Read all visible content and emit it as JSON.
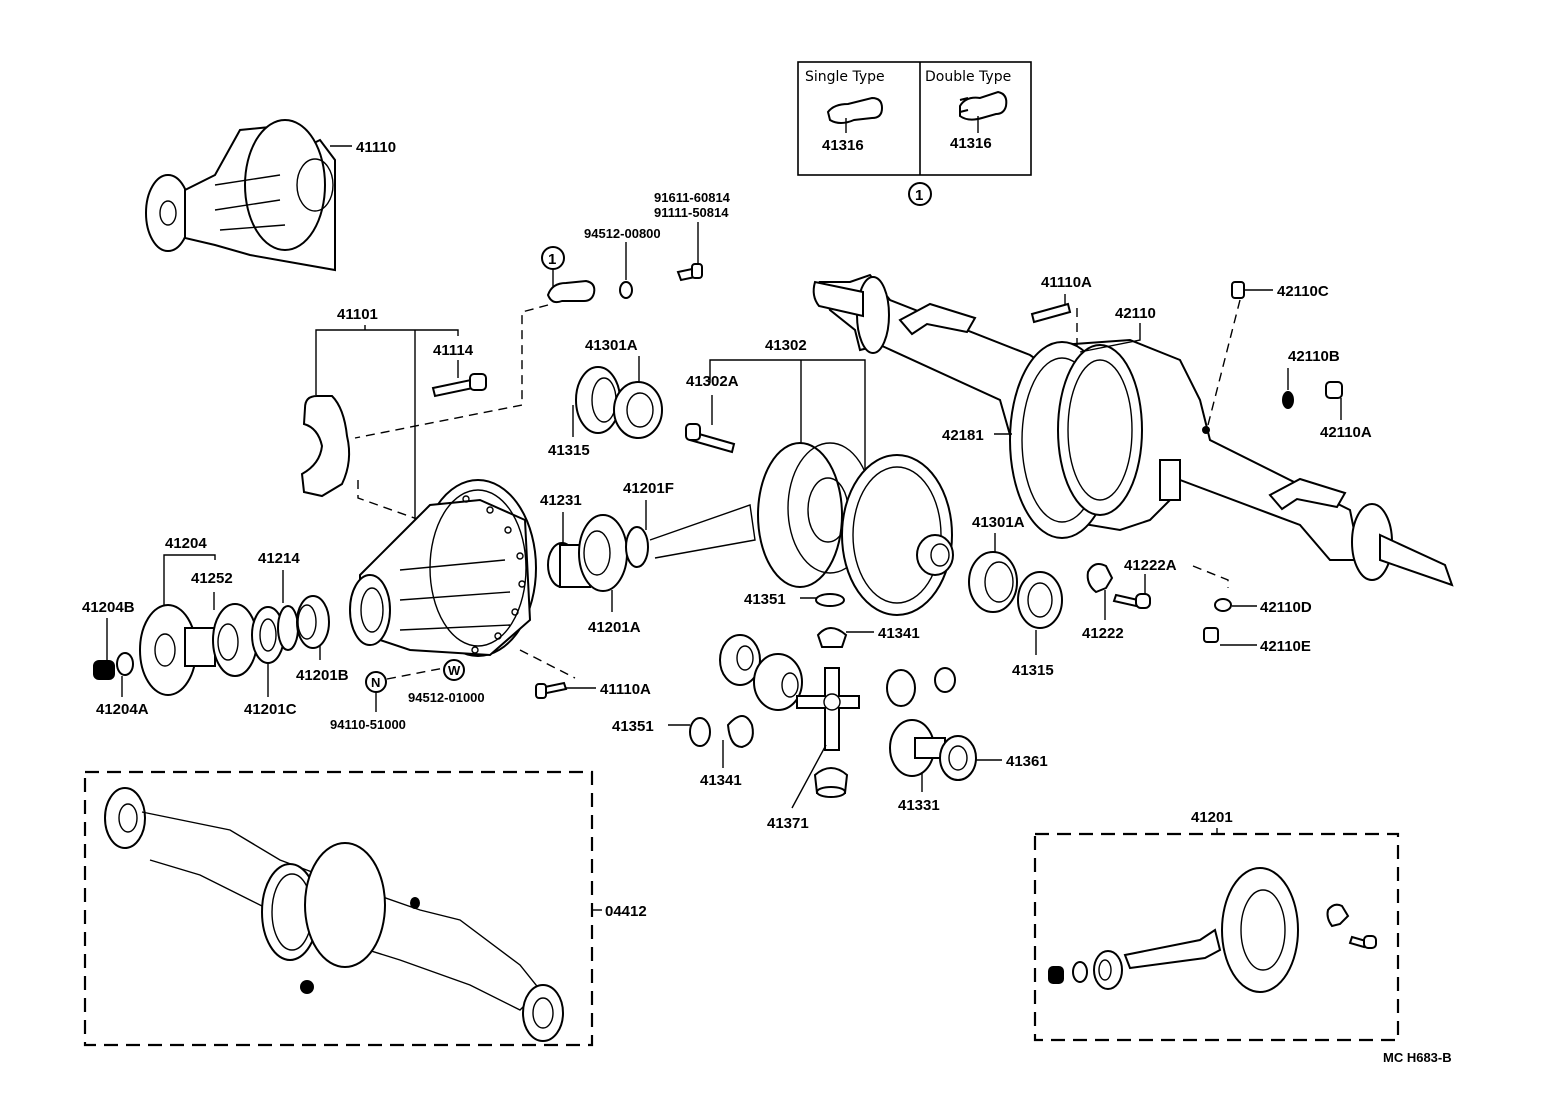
{
  "diagram": {
    "title_code": "MC  H683-B",
    "inset_box": {
      "single_type_label": "Single Type",
      "double_type_label": "Double Type",
      "single_part": "41316",
      "double_part": "41316",
      "callout": "1"
    },
    "callout_ref": "1",
    "circled_symbols": {
      "n": "N",
      "w": "W"
    },
    "labels": {
      "p41110": "41110",
      "p91611": "91611-60814",
      "p91111": "91111-50814",
      "p94512_00800": "94512-00800",
      "p41101": "41101",
      "p41114": "41114",
      "p41301A_top": "41301A",
      "p41315_top": "41315",
      "p41302": "41302",
      "p41302A": "41302A",
      "p41231": "41231",
      "p41201F": "41201F",
      "p41201A": "41201A",
      "p41204": "41204",
      "p41252": "41252",
      "p41214": "41214",
      "p41204B": "41204B",
      "p41204A": "41204A",
      "p41201C": "41201C",
      "p41201B": "41201B",
      "p94110": "94110-51000",
      "p94512_01000": "94512-01000",
      "p41110A_bottom": "41110A",
      "p41351_top": "41351",
      "p41341_top": "41341",
      "p41351_left": "41351",
      "p41341_bottom": "41341",
      "p41371": "41371",
      "p41331": "41331",
      "p41361": "41361",
      "p41301A_right": "41301A",
      "p41315_right": "41315",
      "p41222": "41222",
      "p41222A": "41222A",
      "p42110D": "42110D",
      "p42110E": "42110E",
      "p41110A_top": "41110A",
      "p42110": "42110",
      "p42110C": "42110C",
      "p42110B": "42110B",
      "p42110A": "42110A",
      "p42181": "42181",
      "p04412": "04412",
      "p41201_kit": "41201"
    }
  }
}
